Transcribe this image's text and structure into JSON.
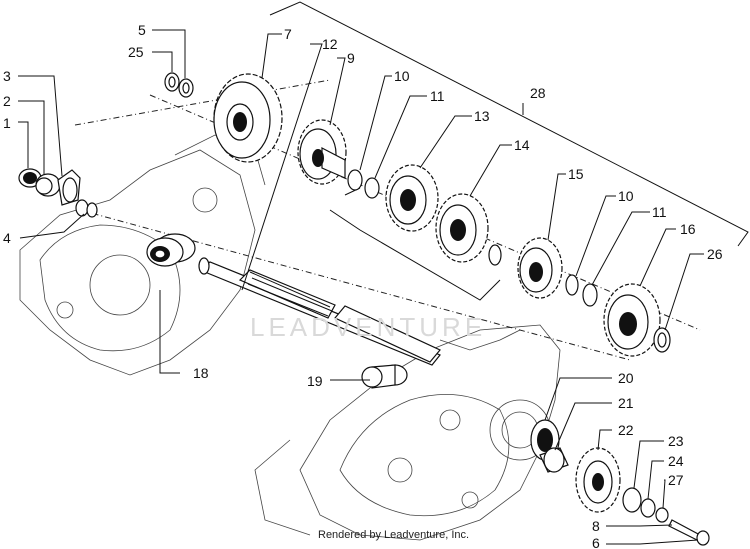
{
  "callouts": {
    "n1": "1",
    "n2": "2",
    "n3": "3",
    "n4": "4",
    "n5": "5",
    "n6": "6",
    "n7": "7",
    "n8": "8",
    "n9": "9",
    "n10a": "10",
    "n10b": "10",
    "n11a": "11",
    "n11b": "11",
    "n12": "12",
    "n13": "13",
    "n14": "14",
    "n15": "15",
    "n16": "16",
    "n18": "18",
    "n19": "19",
    "n20": "20",
    "n21": "21",
    "n22": "22",
    "n23": "23",
    "n24": "24",
    "n25": "25",
    "n26": "26",
    "n27": "27",
    "n28": "28"
  },
  "watermark": "LEADVENTURE",
  "credit": "Rendered by Leadventure, Inc."
}
